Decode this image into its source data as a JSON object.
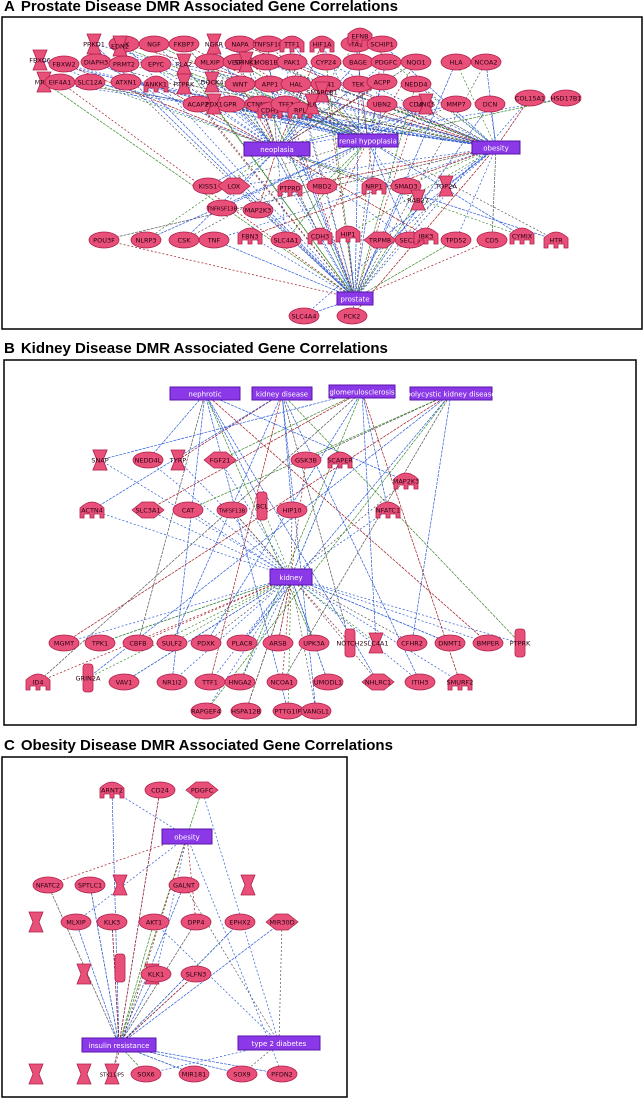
{
  "panels": [
    {
      "letter": "A",
      "title": "Prostate Disease DMR Associated Gene Correlations",
      "hubs": [
        "neoplasia",
        "renal hypoplasia",
        "obesity",
        "prostate"
      ],
      "genes": [
        "FBXO6",
        "FBXW2",
        "MRS2",
        "EIF4A1",
        "SLC12A",
        "DIAPH3",
        "PRKD1",
        "IBK",
        "NGF",
        "FKBP7",
        "PRMT2",
        "ATXN1",
        "EPYC",
        "ANKK1",
        "PLA2",
        "PTPRK",
        "MLXIP",
        "DOCK4",
        "NGFR",
        "NAPA",
        "VEGFA",
        "TNFSF10",
        "MOB1B",
        "PAK1",
        "TTF1",
        "HIF1A",
        "CYP24",
        "GYN1",
        "ITA1",
        "BAGE",
        "APP1",
        "HAL",
        "SMARCB1",
        "TEK",
        "EFNB",
        "SCHIP1",
        "PDGFC",
        "ACPP",
        "NEDD4",
        "CD44",
        "UNC5",
        "MMP7",
        "DCN",
        "COL15A1",
        "HSD17B1",
        "NQO1",
        "UBN2",
        "ACAP2",
        "GPR",
        "CTNNB1",
        "CDH1",
        "TFF3",
        "RPL",
        "KISS1",
        "LOX",
        "PTPRD",
        "MBD2",
        "NRP1",
        "SMAD3",
        "TOP2A",
        "TNFRSF13B",
        "MAP2K3",
        "RAB27",
        "POU3F",
        "NLRP3",
        "CSK",
        "TNF",
        "FBN3",
        "SLC4A1",
        "CDH3",
        "HIP1",
        "TRPM8",
        "SEC23",
        "IBK3",
        "TPD52",
        "CD5",
        "CYMIX",
        "HTR",
        "SLC4A4",
        "PCK2",
        "EDN2",
        "SPINK1",
        "HLA",
        "NCOA2",
        "IL6",
        "WNT",
        "PDX1",
        "UROC1",
        "NTN",
        "FFNB3"
      ]
    },
    {
      "letter": "B",
      "title": "Kidney Disease DMR Associated Gene Correlations",
      "hubs": [
        "nephrotic",
        "kidney disease",
        "glomerulosclerosis",
        "polycystic kidney disease",
        "kidney"
      ],
      "genes": [
        "NEDD4L",
        "TYRP",
        "FGF21",
        "GSK3B",
        "SCAPER",
        "MAP2K3",
        "ACTN4",
        "SLC3A1",
        "CAT",
        "TNFSF13B",
        "BCL",
        "HIP10",
        "NFATC1",
        "MGMT",
        "TPK1",
        "CBFB",
        "SULF2",
        "PDXK",
        "PLAC8",
        "ARSB",
        "UPK3A",
        "NOTCH2",
        "SLC4A1",
        "CFHR2",
        "DNMT1",
        "BMPER",
        "PTPRK",
        "ID4",
        "GRIN2A",
        "VAV1",
        "NR1I2",
        "TTF1",
        "HNGA2",
        "NCOA1",
        "UMODL1",
        "NHLRC1",
        "ITIH3",
        "SMURF2",
        "RAPGEF4",
        "HSPA12B",
        "PTTG1IP",
        "VANGL1",
        "SNAP"
      ]
    },
    {
      "letter": "C",
      "title": "Obesity Disease DMR Associated Gene Correlations",
      "hubs": [
        "obesity",
        "insulin resistance",
        "type 2 diabetes"
      ],
      "genes": [
        "ARNT2",
        "CD24",
        "PDGFC",
        "NFATC2",
        "SPTLC1",
        "GALNT",
        "MLXIP",
        "KLK3",
        "AKT1",
        "DPP4",
        "EPHX2",
        "MIR30D",
        "KLK1",
        "SLFN3",
        "SOX6",
        "STK11IP5",
        "MIR181",
        "SOX9",
        "PFDN2"
      ]
    }
  ],
  "colors": {
    "gene_fill": "#e8507a",
    "gene_stroke": "#b0204a",
    "hub_fill": "#8b38e8",
    "hub_stroke": "#5a14a8",
    "edge_blue": "#2a5bd8",
    "edge_red": "#a01820",
    "edge_green": "#3a8a2a",
    "edge_gray": "#555555"
  }
}
